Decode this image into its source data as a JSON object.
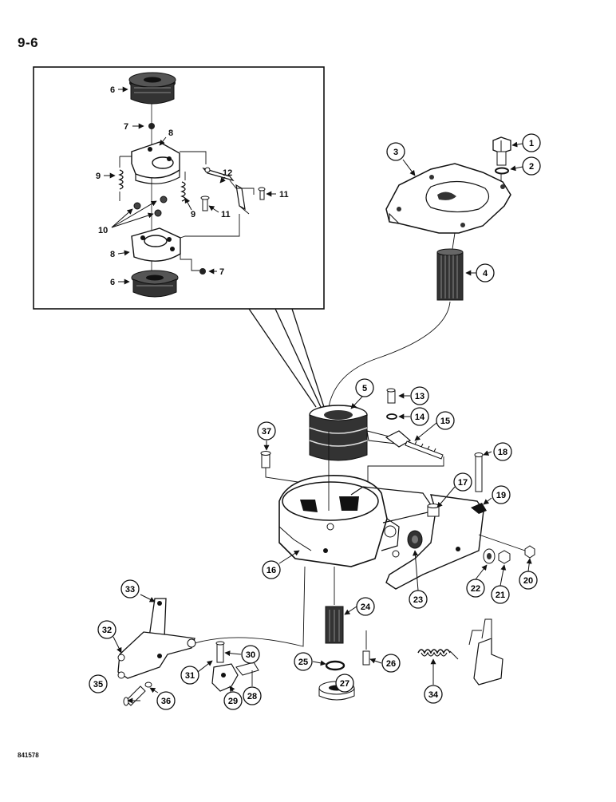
{
  "page_number": "9-6",
  "figure_code": "841578",
  "callouts": {
    "c1": "1",
    "c2": "2",
    "c3": "3",
    "c4": "4",
    "c5": "5",
    "c13": "13",
    "c14": "14",
    "c15": "15",
    "c16": "16",
    "c17": "17",
    "c18": "18",
    "c19": "19",
    "c20": "20",
    "c21": "21",
    "c22": "22",
    "c23": "23",
    "c24": "24",
    "c25": "25",
    "c26": "26",
    "c27": "27",
    "c28": "28",
    "c29": "29",
    "c30": "30",
    "c31": "31",
    "c32": "32",
    "c33": "33",
    "c34": "34",
    "c35": "35",
    "c36": "36",
    "c37": "37"
  },
  "inset_labels": {
    "l6a": "6",
    "l7a": "7",
    "l8a": "8",
    "l9a": "9",
    "l12": "12",
    "l11a": "11",
    "l11b": "11",
    "l9b": "9",
    "l10": "10",
    "l8b": "8",
    "l7b": "7",
    "l6b": "6"
  }
}
